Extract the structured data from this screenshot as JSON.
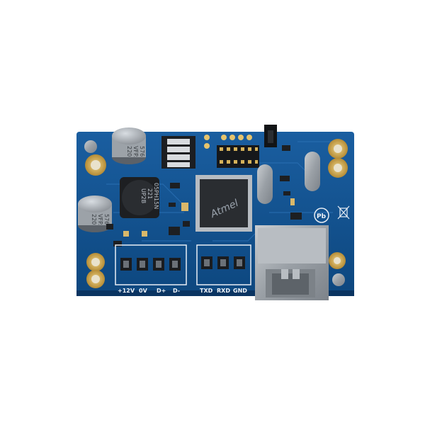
{
  "colors": {
    "pcb": "#0f4f8c",
    "pcb_dark": "#0b3c6f",
    "silkscreen": "#f2f6fb",
    "gold": "#c9a552",
    "metal": "#aeb4b9"
  },
  "board": {
    "terminal_labels_left": [
      "+12V",
      "0V",
      "D+",
      "D-"
    ],
    "terminal_labels_right": [
      "TXD",
      "RXD",
      "GND"
    ]
  },
  "components": {
    "mcu": {
      "brand": "Atmel"
    },
    "cap_top": {
      "line1": "220",
      "line2": "VFP.",
      "line3": "576"
    },
    "cap_left": {
      "line1": "220",
      "line2": "VFP.",
      "line3": "576"
    },
    "inductor": {
      "line1": "UP2B",
      "line2": "221",
      "line3": "05PH15N"
    },
    "lead_free_mark": "Pb"
  },
  "icons": [
    "mounting-hole-icon",
    "weee-bin-icon",
    "lead-free-icon",
    "rj45-jack-icon"
  ]
}
